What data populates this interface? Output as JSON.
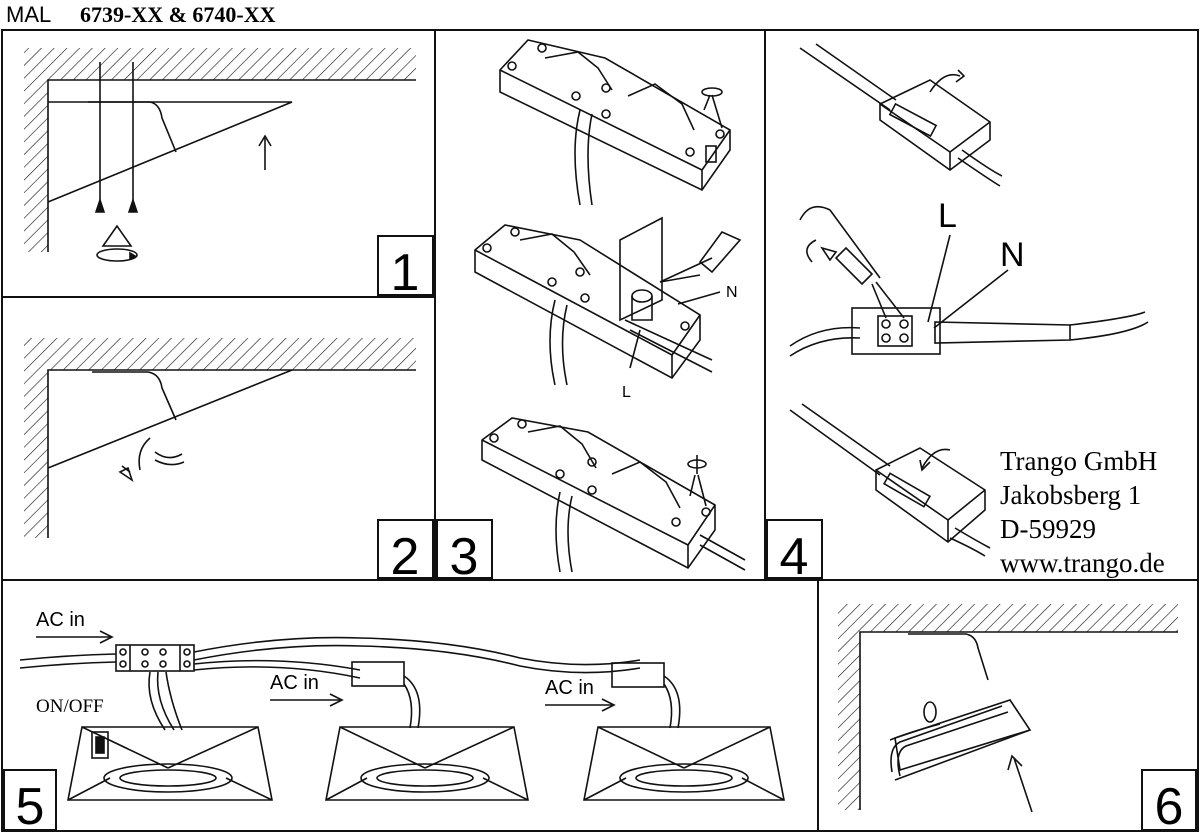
{
  "header": {
    "brand": "MAL",
    "models": "6739-XX & 6740-XX"
  },
  "steps": [
    "1",
    "2",
    "3",
    "4",
    "5",
    "6"
  ],
  "labels": {
    "neutral_small": "N",
    "live_small": "L",
    "live_large": "L",
    "neutral_large": "N",
    "ac_in": "AC in",
    "on_off": "ON/OFF"
  },
  "address": {
    "company": "Trango GmbH",
    "street": "Jakobsberg 1",
    "postcode": "D-59929",
    "website": "www.trango.de"
  }
}
